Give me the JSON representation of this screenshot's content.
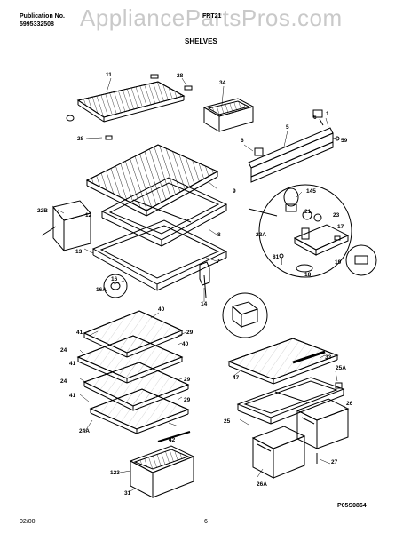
{
  "header": {
    "publication_label": "Publication No.",
    "publication_number": "5995332508",
    "watermark": "AppliancePartsPros.com",
    "model": "FRT21"
  },
  "section_title": "SHELVES",
  "diagram_code": "P05S0864",
  "footer": {
    "date": "02/00",
    "page": "6"
  },
  "part_labels": [
    "11",
    "28",
    "28",
    "34",
    "6",
    "5",
    "1",
    "6",
    "59",
    "9",
    "22B",
    "12",
    "145",
    "21",
    "23",
    "17",
    "8",
    "22A",
    "81",
    "19",
    "18",
    "13",
    "7",
    "16",
    "16A",
    "14",
    "40",
    "41",
    "29",
    "40",
    "24",
    "41",
    "29",
    "24",
    "41",
    "29",
    "24A",
    "33",
    "47",
    "25A",
    "26",
    "25",
    "42",
    "26A",
    "27",
    "123",
    "31"
  ]
}
